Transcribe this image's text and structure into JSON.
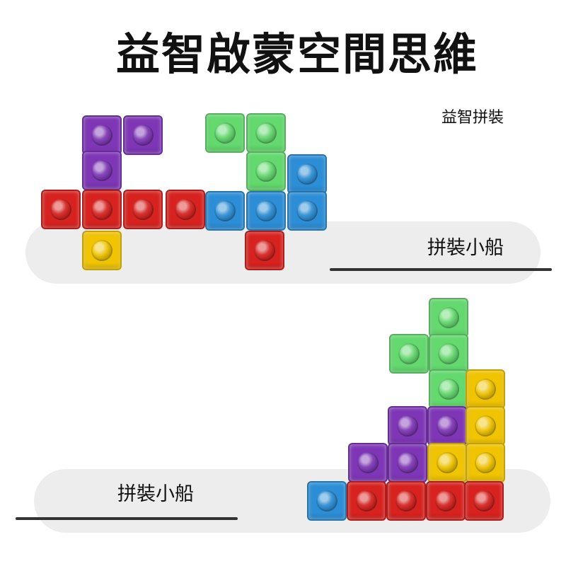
{
  "heading": {
    "title": "益智啟蒙空間思維",
    "subtitle": "益智拼裝"
  },
  "captions": {
    "top": "拼裝小船",
    "bottom": "拼裝小船"
  },
  "colors": {
    "purple": "#7e36b6",
    "green": "#63d96e",
    "red": "#d8221f",
    "yellow": "#f0c400",
    "blue": "#2c8ed6"
  }
}
